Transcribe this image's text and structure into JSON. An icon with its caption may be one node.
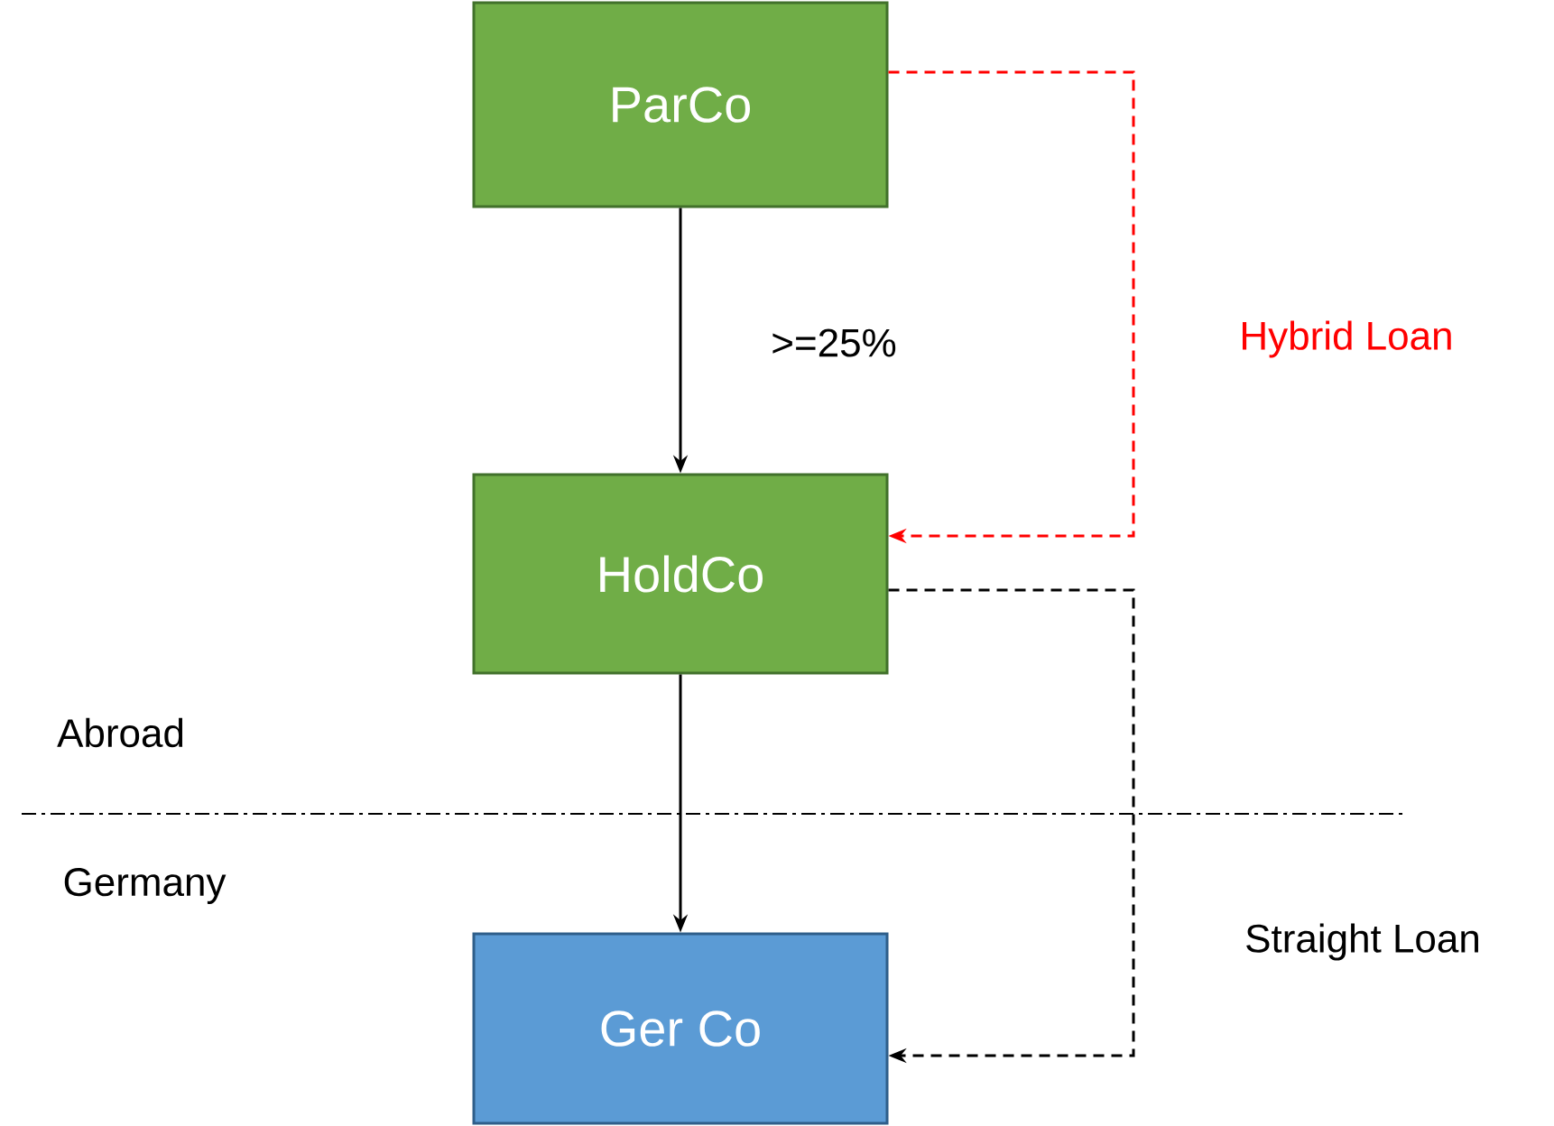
{
  "diagram": {
    "nodes": [
      {
        "text": [
          "ParCo"
        ]
      },
      {
        "text": [
          "HoldCo"
        ]
      },
      {
        "text": [
          "Ger Co"
        ]
      }
    ],
    "edges": [
      {
        "from": 0,
        "to": 1,
        "arrow": "to",
        "label": ">=25%"
      },
      {
        "from": 0,
        "to": 1,
        "arrow": "to",
        "label": "Hybrid Loan",
        "style": "dashed",
        "color": "#ff0000"
      },
      {
        "from": 1,
        "to": 2,
        "arrow": "to"
      },
      {
        "from": 1,
        "to": 2,
        "arrow": "to",
        "label": "Straight Loan",
        "style": "dashed"
      }
    ],
    "labels": [
      "Abroad",
      "Germany"
    ]
  }
}
